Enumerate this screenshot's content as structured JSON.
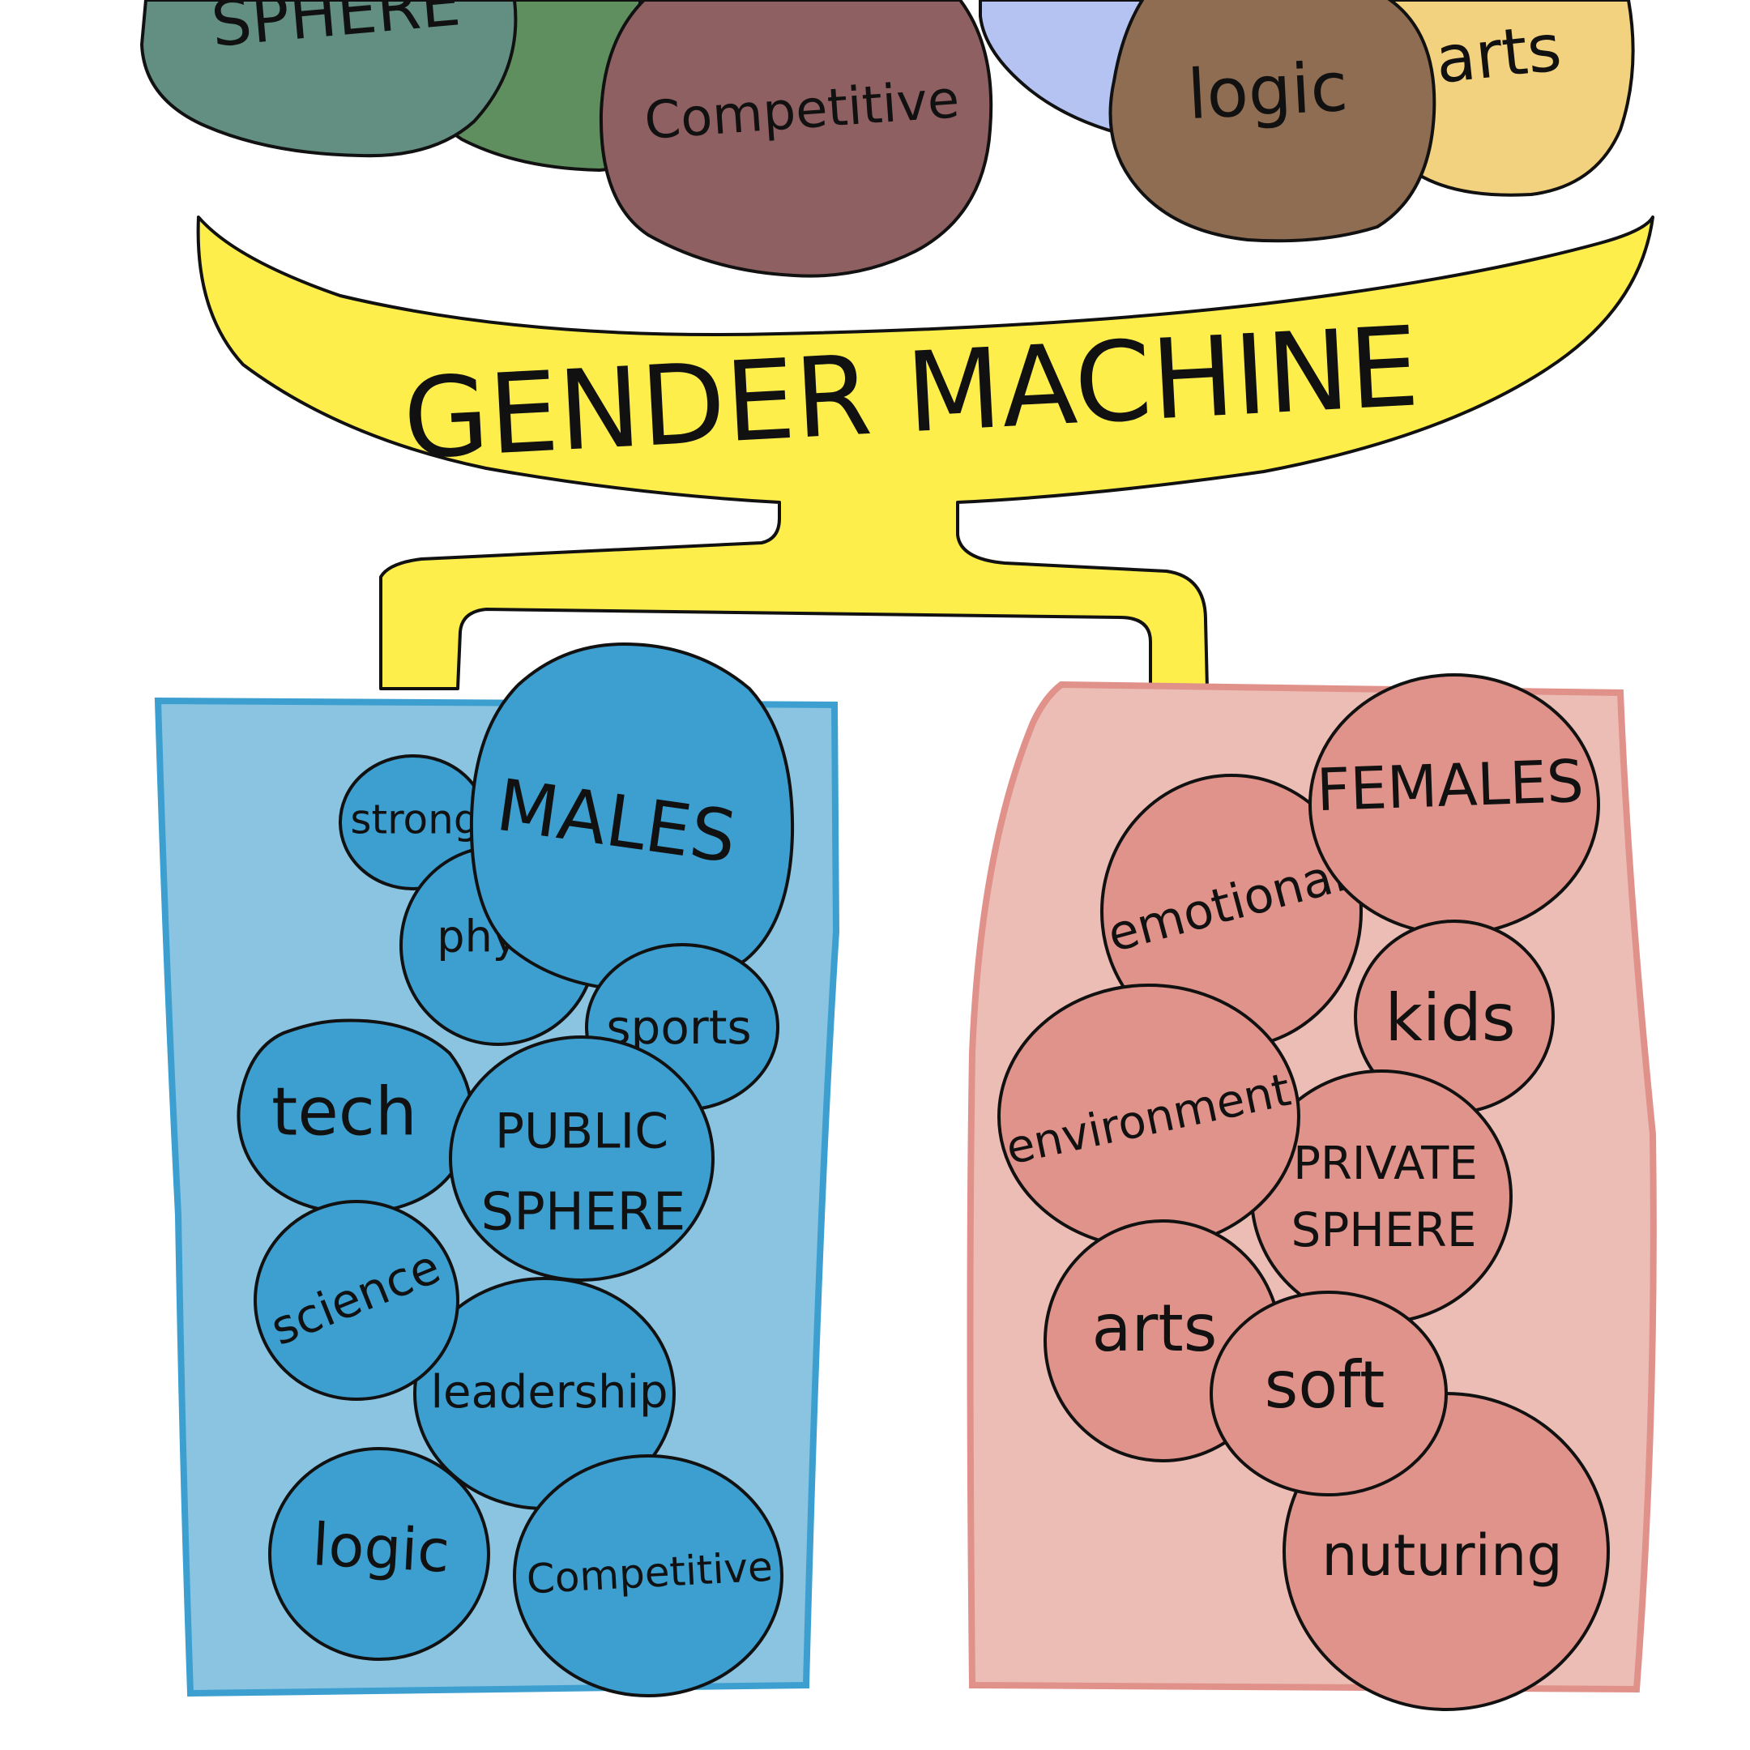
{
  "colors": {
    "stroke": "#111111",
    "machine": "#fdee4c",
    "males_bin_fill": "#8ac4e0",
    "males_bin_stroke": "#3c9fd0",
    "males_bubble": "#3c9fd0",
    "females_bin_fill": "#ecbdb5",
    "females_bin_stroke": "#e0918a",
    "females_bubble": "#e0938a",
    "hopper_sphere": "#628f82",
    "hopper_green": "#5f8f5e",
    "hopper_competitive": "#8f6061",
    "hopper_lavender": "#b5c3f2",
    "hopper_logic": "#8f6d53",
    "hopper_arts": "#f2d27e"
  },
  "hopper": {
    "sphere": "SPHERE",
    "competitive": "Competitive",
    "logic": "logic",
    "arts": "arts"
  },
  "machine": {
    "title": "GENDER MACHINE"
  },
  "males": {
    "title": "MALES",
    "strong": "strong",
    "physical": "physical",
    "sports": "sports",
    "tech": "tech",
    "public_1": "PUBLIC",
    "public_2": "SPHERE",
    "science": "science",
    "leadership": "leadership",
    "logic": "logic",
    "competitive": "Competitive"
  },
  "females": {
    "title": "FEMALES",
    "emotional": "emotional",
    "kids": "kids",
    "environment": "environment",
    "private_1": "PRIVATE",
    "private_2": "SPHERE",
    "arts": "arts",
    "soft": "soft",
    "nuturing": "nuturing"
  }
}
